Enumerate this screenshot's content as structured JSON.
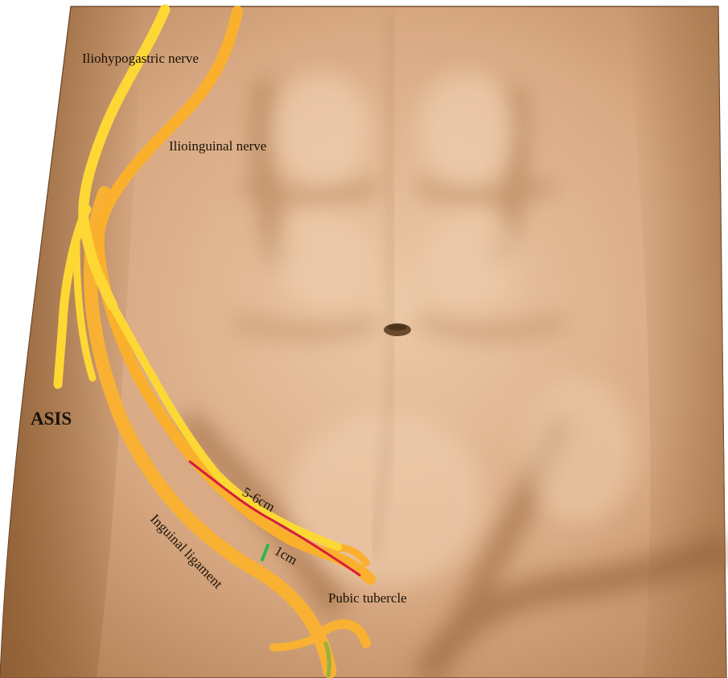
{
  "labels": {
    "iliohypogastric_nerve": "Iliohypogastric nerve",
    "ilioinguinal_nerve": "Ilioinguinal nerve",
    "asis": "ASIS",
    "measurement_5_6cm": "5-6cm",
    "measurement_1cm": "1cm",
    "inguinal_ligament": "Inguinal ligament",
    "pubic_tubercle": "Pubic tubercle"
  },
  "colors": {
    "skin_base": "#d9aa84",
    "skin_light": "#e9c7a6",
    "skin_shadow": "#a06a3d",
    "iliohypogastric_nerve": "#fdd835",
    "ilioinguinal_nerve": "#fbb02d",
    "inguinal_ligament": "#f8b133",
    "incision_line": "#d81b3c",
    "offset_marker": "#2fb84a",
    "umbilicus": "#6b4a2c"
  }
}
